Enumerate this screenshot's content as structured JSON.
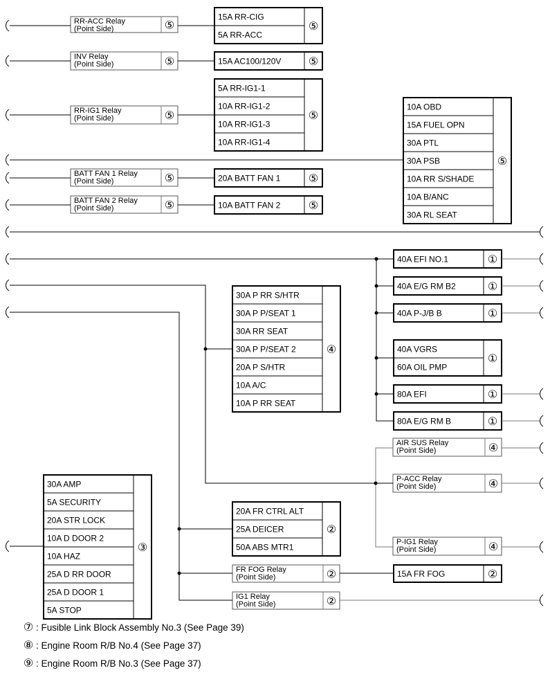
{
  "relays": [
    {
      "id": "rr-acc",
      "name": "RR-ACC Relay",
      "side": "(Point Side)",
      "num": "⑤"
    },
    {
      "id": "inv",
      "name": "INV Relay",
      "side": "(Point Side)",
      "num": "⑤"
    },
    {
      "id": "rr-ig1",
      "name": "RR-IG1 Relay",
      "side": "(Point Side)",
      "num": "⑤"
    },
    {
      "id": "batt-fan-1",
      "name": "BATT FAN 1 Relay",
      "side": "(Point Side)",
      "num": "⑤"
    },
    {
      "id": "batt-fan-2",
      "name": "BATT FAN 2 Relay",
      "side": "(Point Side)",
      "num": "⑤"
    },
    {
      "id": "air-sus",
      "name": "AIR SUS Relay",
      "side": "(Point Side)",
      "num": "④"
    },
    {
      "id": "p-acc",
      "name": "P-ACC Relay",
      "side": "(Point Side)",
      "num": "④"
    },
    {
      "id": "p-ig1",
      "name": "P-IG1 Relay",
      "side": "(Point Side)",
      "num": "④"
    },
    {
      "id": "fr-fog",
      "name": "FR FOG Relay",
      "side": "(Point Side)",
      "num": "②"
    },
    {
      "id": "ig1",
      "name": "IG1 Relay",
      "side": "(Point Side)",
      "num": "②"
    }
  ],
  "fuse_groups": [
    {
      "id": "rr-cig-group",
      "num": "⑤",
      "fuses": [
        "15A RR-CIG",
        "5A RR-ACC"
      ]
    },
    {
      "id": "ac100-group",
      "num": "⑤",
      "fuses": [
        "15A AC100/120V"
      ]
    },
    {
      "id": "rr-ig1-group",
      "num": "⑤",
      "fuses": [
        "5A RR-IG1-1",
        "10A RR-IG1-2",
        "10A RR-IG1-3",
        "10A RR-IG1-4"
      ]
    },
    {
      "id": "batt-fan-1-group",
      "num": "⑤",
      "fuses": [
        "20A BATT FAN 1"
      ]
    },
    {
      "id": "batt-fan-2-group",
      "num": "⑤",
      "fuses": [
        "10A BATT FAN 2"
      ]
    },
    {
      "id": "obd-group",
      "num": "⑤",
      "fuses": [
        "10A OBD",
        "15A FUEL OPN",
        "30A PTL",
        "30A PSB",
        "10A RR S/SHADE",
        "10A B/ANC",
        "30A RL SEAT"
      ]
    },
    {
      "id": "efi-no1-group",
      "num": "①",
      "fuses": [
        "40A EFI NO.1"
      ]
    },
    {
      "id": "eg-rm-b2-group",
      "num": "①",
      "fuses": [
        "40A E/G RM B2"
      ]
    },
    {
      "id": "pjb-group",
      "num": "①",
      "fuses": [
        "40A P-J/B B"
      ]
    },
    {
      "id": "vgrs-group",
      "num": "①",
      "fuses": [
        "40A VGRS",
        "60A OIL PMP"
      ]
    },
    {
      "id": "efi-group",
      "num": "①",
      "fuses": [
        "80A EFI"
      ]
    },
    {
      "id": "eg-rm-b-group",
      "num": "①",
      "fuses": [
        "80A E/G RM B"
      ]
    },
    {
      "id": "p-rr-shtr-group",
      "num": "④",
      "fuses": [
        "30A P RR S/HTR",
        "30A P P/SEAT 1",
        "30A RR SEAT",
        "30A P P/SEAT 2",
        "20A P S/HTR",
        "10A A/C",
        "10A P RR SEAT"
      ]
    },
    {
      "id": "amp-group",
      "num": "③",
      "fuses": [
        "30A AMP",
        "5A SECURITY",
        "20A STR LOCK",
        "10A D DOOR 2",
        "10A HAZ",
        "25A D RR DOOR",
        "25A D DOOR 1",
        "5A STOP"
      ]
    },
    {
      "id": "fr-ctrl-alt-group",
      "num": "②",
      "fuses": [
        "20A FR CTRL ALT",
        "25A DEICER",
        "50A ABS MTR1"
      ]
    },
    {
      "id": "fr-fog-group",
      "num": "②",
      "fuses": [
        "15A FR FOG"
      ]
    }
  ],
  "legend": [
    {
      "num": "⑦",
      "text": ": Fusible Link Block Assembly No.3 (See Page 39)"
    },
    {
      "num": "⑧",
      "text": ": Engine Room R/B No.4 (See Page 37)"
    },
    {
      "num": "⑨",
      "text": ": Engine Room R/B No.3 (See Page 37)"
    }
  ]
}
